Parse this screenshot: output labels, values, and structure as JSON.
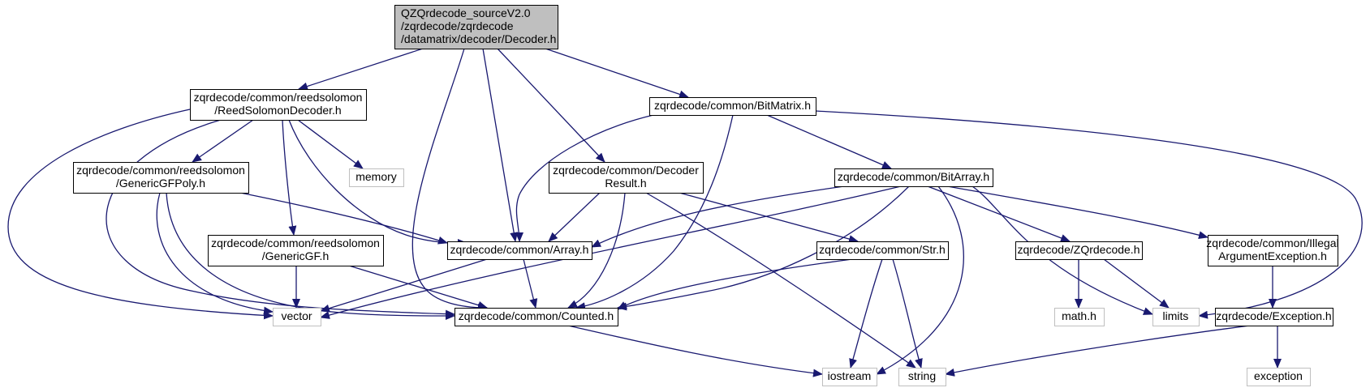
{
  "root": {
    "lines": [
      "QZQrdecode_sourceV2.0",
      "/zqrdecode/zqrdecode",
      "/datamatrix/decoder/Decoder.h"
    ],
    "fill": "#bfbfbf"
  },
  "nodes": [
    {
      "id": "rsdecoder",
      "lines": [
        "zqrdecode/common/reedsolomon",
        "/ReedSolomonDecoder.h"
      ]
    },
    {
      "id": "bitmatrix",
      "lines": [
        "zqrdecode/common/BitMatrix.h"
      ]
    },
    {
      "id": "gfpoly",
      "lines": [
        "zqrdecode/common/reedsolomon",
        "/GenericGFPoly.h"
      ]
    },
    {
      "id": "memory",
      "lines": [
        "memory"
      ],
      "system": true
    },
    {
      "id": "decresult",
      "lines": [
        "zqrdecode/common/Decoder",
        "Result.h"
      ]
    },
    {
      "id": "bitarray",
      "lines": [
        "zqrdecode/common/BitArray.h"
      ]
    },
    {
      "id": "genericgf",
      "lines": [
        "zqrdecode/common/reedsolomon",
        "/GenericGF.h"
      ]
    },
    {
      "id": "array",
      "lines": [
        "zqrdecode/common/Array.h"
      ]
    },
    {
      "id": "str",
      "lines": [
        "zqrdecode/common/Str.h"
      ]
    },
    {
      "id": "zqrdecode",
      "lines": [
        "zqrdecode/ZQrdecode.h"
      ]
    },
    {
      "id": "illegal",
      "lines": [
        "zqrdecode/common/Illegal",
        "ArgumentException.h"
      ]
    },
    {
      "id": "vector",
      "lines": [
        "vector"
      ],
      "system": true
    },
    {
      "id": "counted",
      "lines": [
        "zqrdecode/common/Counted.h"
      ]
    },
    {
      "id": "math",
      "lines": [
        "math.h"
      ],
      "system": true
    },
    {
      "id": "limits",
      "lines": [
        "limits"
      ],
      "system": true
    },
    {
      "id": "exception_h",
      "lines": [
        "zqrdecode/Exception.h"
      ]
    },
    {
      "id": "iostream",
      "lines": [
        "iostream"
      ],
      "system": true
    },
    {
      "id": "string",
      "lines": [
        "string"
      ],
      "system": true
    },
    {
      "id": "exception",
      "lines": [
        "exception"
      ],
      "system": true
    }
  ],
  "edges": [
    [
      "root",
      "rsdecoder"
    ],
    [
      "root",
      "bitmatrix"
    ],
    [
      "root",
      "decresult"
    ],
    [
      "root",
      "array"
    ],
    [
      "root",
      "counted"
    ],
    [
      "rsdecoder",
      "gfpoly"
    ],
    [
      "rsdecoder",
      "memory"
    ],
    [
      "rsdecoder",
      "genericgf"
    ],
    [
      "rsdecoder",
      "array"
    ],
    [
      "rsdecoder",
      "counted"
    ],
    [
      "rsdecoder",
      "vector"
    ],
    [
      "bitmatrix",
      "bitarray"
    ],
    [
      "bitmatrix",
      "array"
    ],
    [
      "bitmatrix",
      "counted"
    ],
    [
      "bitmatrix",
      "limits"
    ],
    [
      "gfpoly",
      "array"
    ],
    [
      "gfpoly",
      "vector"
    ],
    [
      "gfpoly",
      "counted"
    ],
    [
      "decresult",
      "array"
    ],
    [
      "decresult",
      "str"
    ],
    [
      "decresult",
      "counted"
    ],
    [
      "decresult",
      "string"
    ],
    [
      "bitarray",
      "array"
    ],
    [
      "bitarray",
      "zqrdecode"
    ],
    [
      "bitarray",
      "illegal"
    ],
    [
      "bitarray",
      "limits"
    ],
    [
      "bitarray",
      "vector"
    ],
    [
      "bitarray",
      "counted"
    ],
    [
      "bitarray",
      "iostream"
    ],
    [
      "genericgf",
      "vector"
    ],
    [
      "genericgf",
      "counted"
    ],
    [
      "array",
      "vector"
    ],
    [
      "array",
      "counted"
    ],
    [
      "str",
      "counted"
    ],
    [
      "str",
      "iostream"
    ],
    [
      "str",
      "string"
    ],
    [
      "zqrdecode",
      "math"
    ],
    [
      "zqrdecode",
      "limits"
    ],
    [
      "illegal",
      "exception_h"
    ],
    [
      "exception_h",
      "string"
    ],
    [
      "exception_h",
      "exception"
    ],
    [
      "counted",
      "iostream"
    ]
  ],
  "colors": {
    "edge": "#191970",
    "box_border": "#000000",
    "system_border": "#bfbfbf",
    "box_fill": "#ffffff"
  }
}
